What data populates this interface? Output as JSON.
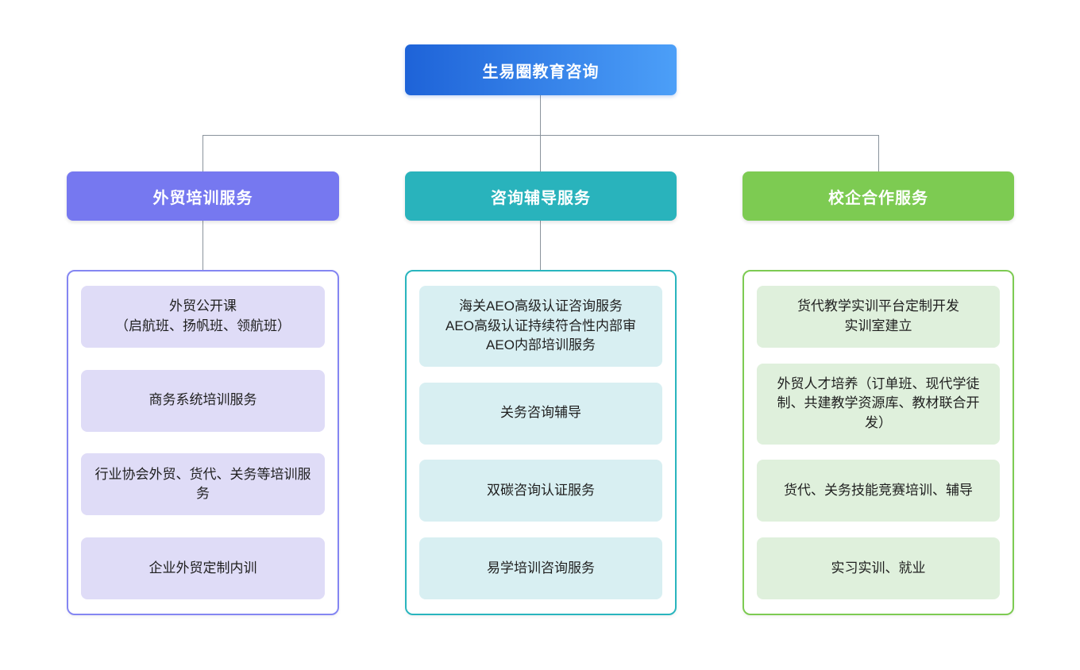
{
  "root": {
    "label": "生易圈教育咨询",
    "gradient_from": "#1E63D8",
    "gradient_to": "#4C9FF8",
    "text_color": "#FFFFFF"
  },
  "connector_color": "#8A939C",
  "branches": [
    {
      "label": "外贸培训服务",
      "header_bg": "#7678F0",
      "container_border": "#8486F2",
      "item_bg": "#DFDCF7",
      "items": [
        "外贸公开课\n（启航班、扬帆班、领航班）",
        "商务系统培训服务",
        "行业协会外贸、货代、关务等培训服务",
        "企业外贸定制内训"
      ]
    },
    {
      "label": "咨询辅导服务",
      "header_bg": "#29B3BC",
      "container_border": "#29B5BE",
      "item_bg": "#D8EFF2",
      "items": [
        "海关AEO高级认证咨询服务\nAEO高级认证持续符合性内部审\nAEO内部培训服务",
        "关务咨询辅导",
        "双碳咨询认证服务",
        "易学培训咨询服务"
      ]
    },
    {
      "label": "校企合作服务",
      "header_bg": "#7DCB52",
      "container_border": "#7DCB52",
      "item_bg": "#DFF0DC",
      "items": [
        "货代教学实训平台定制开发\n实训室建立",
        "外贸人才培养（订单班、现代学徒制、共建教学资源库、教材联合开发）",
        "货代、关务技能竞赛培训、辅导",
        "实习实训、就业"
      ]
    }
  ]
}
